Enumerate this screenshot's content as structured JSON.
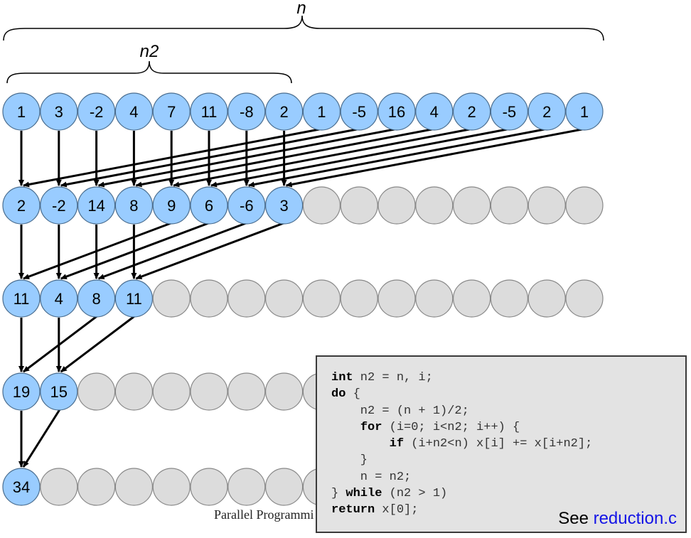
{
  "labels": {
    "n": "n",
    "n2": "n2"
  },
  "rows": [
    {
      "total": 16,
      "values": [
        "1",
        "3",
        "-2",
        "4",
        "7",
        "11",
        "-8",
        "2",
        "1",
        "-5",
        "16",
        "4",
        "2",
        "-5",
        "2",
        "1"
      ]
    },
    {
      "total": 16,
      "values": [
        "2",
        "-2",
        "14",
        "8",
        "9",
        "6",
        "-6",
        "3"
      ]
    },
    {
      "total": 16,
      "values": [
        "11",
        "4",
        "8",
        "11"
      ]
    },
    {
      "total": 9,
      "values": [
        "19",
        "15"
      ]
    },
    {
      "total": 9,
      "values": [
        "34"
      ]
    }
  ],
  "colors": {
    "active_fill": "#99ccff",
    "active_stroke": "#4a6d8f",
    "empty_fill": "#dcdcdc",
    "empty_stroke": "#888888",
    "arrow": "#000000",
    "link": "#1414e6"
  },
  "footer": {
    "text": "Parallel Programmi"
  },
  "code": {
    "lines": [
      [
        {
          "t": "int",
          "kw": true
        },
        {
          "t": " n2 = n, i;"
        }
      ],
      [
        {
          "t": "do",
          "kw": true
        },
        {
          "t": " {"
        }
      ],
      [
        {
          "t": "    n2 = (n + 1)/2;"
        }
      ],
      [
        {
          "t": "    "
        },
        {
          "t": "for",
          "kw": true
        },
        {
          "t": " (i=0; i<n2; i++) {"
        }
      ],
      [
        {
          "t": "        "
        },
        {
          "t": "if",
          "kw": true
        },
        {
          "t": " (i+n2<n) x[i] += x[i+n2];"
        }
      ],
      [
        {
          "t": "    }"
        }
      ],
      [
        {
          "t": "    n = n2;"
        }
      ],
      [
        {
          "t": "} "
        },
        {
          "t": "while",
          "kw": true
        },
        {
          "t": " (n2 > 1)"
        }
      ],
      [
        {
          "t": "return",
          "kw": true
        },
        {
          "t": " x[0];"
        }
      ]
    ],
    "see_prefix": "See ",
    "see_link": "reduction.c"
  }
}
